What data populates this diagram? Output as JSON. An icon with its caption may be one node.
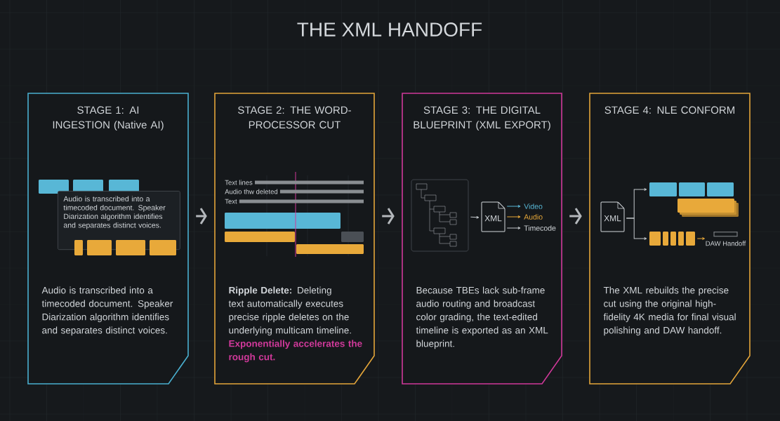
{
  "diagram": {
    "title": "THE XML HANDOFF",
    "nodes": [
      {
        "text": [
          "STAGE 1: AI INGESTION (Native AI)",
          "Audio is transcribed into a timecoded document. Speaker Diarization algorithm identifies and separates distinct voices."
        ]
      },
      {
        "text": [
          "Audio is transcribed into a timecoded document. Speaker Diarization algorithm identifies and separates distinct voices."
        ],
        "in": 0
      },
      {
        "text": [
          "STAGE 2: THE WORD-PROCESSOR CUT",
          "**Ripple Delete:** Deleting text automatically executes precise ripple deletes on the underlying multicam timeline.",
          "Exponentially accelerates the rough cut."
        ]
      },
      {
        "text": [
          "STAGE 3: THE DIGITAL BLUEPRINT (XML EXPORT)",
          "Because TBEs lack sub-frame audio routing and broadcast color grading, the text-edited timeline is exported as an XML blueprint."
        ]
      },
      {
        "text": [],
        "shape": "box",
        "in": 3
      },
      {
        "text": [
          "XML"
        ],
        "in": 3
      },
      {
        "text": [
          "Video"
        ],
        "in": 3
      },
      {
        "text": [
          "Audio"
        ],
        "in": 3
      },
      {
        "text": [
          "Timecode"
        ],
        "in": 3
      },
      {
        "text": [
          "STAGE 4: NLE CONFORM",
          "The XML rebuilds the precise cut using the original high-fidelity 4K media for final visual polishing and DAW handoff."
        ]
      },
      {
        "text": [
          "XML"
        ],
        "in": 9
      },
      {
        "text": [],
        "shape": "bar",
        "in": 9
      },
      {
        "text": [],
        "shape": "bar",
        "in": 9
      },
      {
        "text": [
          "DAW Handoff"
        ],
        "in": 9
      }
    ],
    "edges": [
      {
        "from": 0,
        "to": 2,
        "arrow": "to",
        "style": "thick"
      },
      {
        "from": 2,
        "to": 3,
        "arrow": "to",
        "style": "thick"
      },
      {
        "from": 3,
        "to": 9,
        "arrow": "to",
        "style": "thick"
      },
      {
        "from": 4,
        "to": 5,
        "arrow": "to"
      },
      {
        "from": 5,
        "to": 6,
        "arrow": "to",
        "color": "#5bb8d8"
      },
      {
        "from": 5,
        "to": 7,
        "arrow": "to",
        "color": "#e8a83a"
      },
      {
        "from": 5,
        "to": 8,
        "arrow": "to"
      },
      {
        "from": 10,
        "to": 11,
        "arrow": "to"
      },
      {
        "from": 10,
        "to": 12,
        "arrow": "to"
      },
      {
        "from": 12,
        "to": 13,
        "arrow": "to",
        "color": "#e8a83a"
      }
    ],
    "labels": [
      "Text lines",
      "Audio thw deleted",
      "Text"
    ]
  }
}
